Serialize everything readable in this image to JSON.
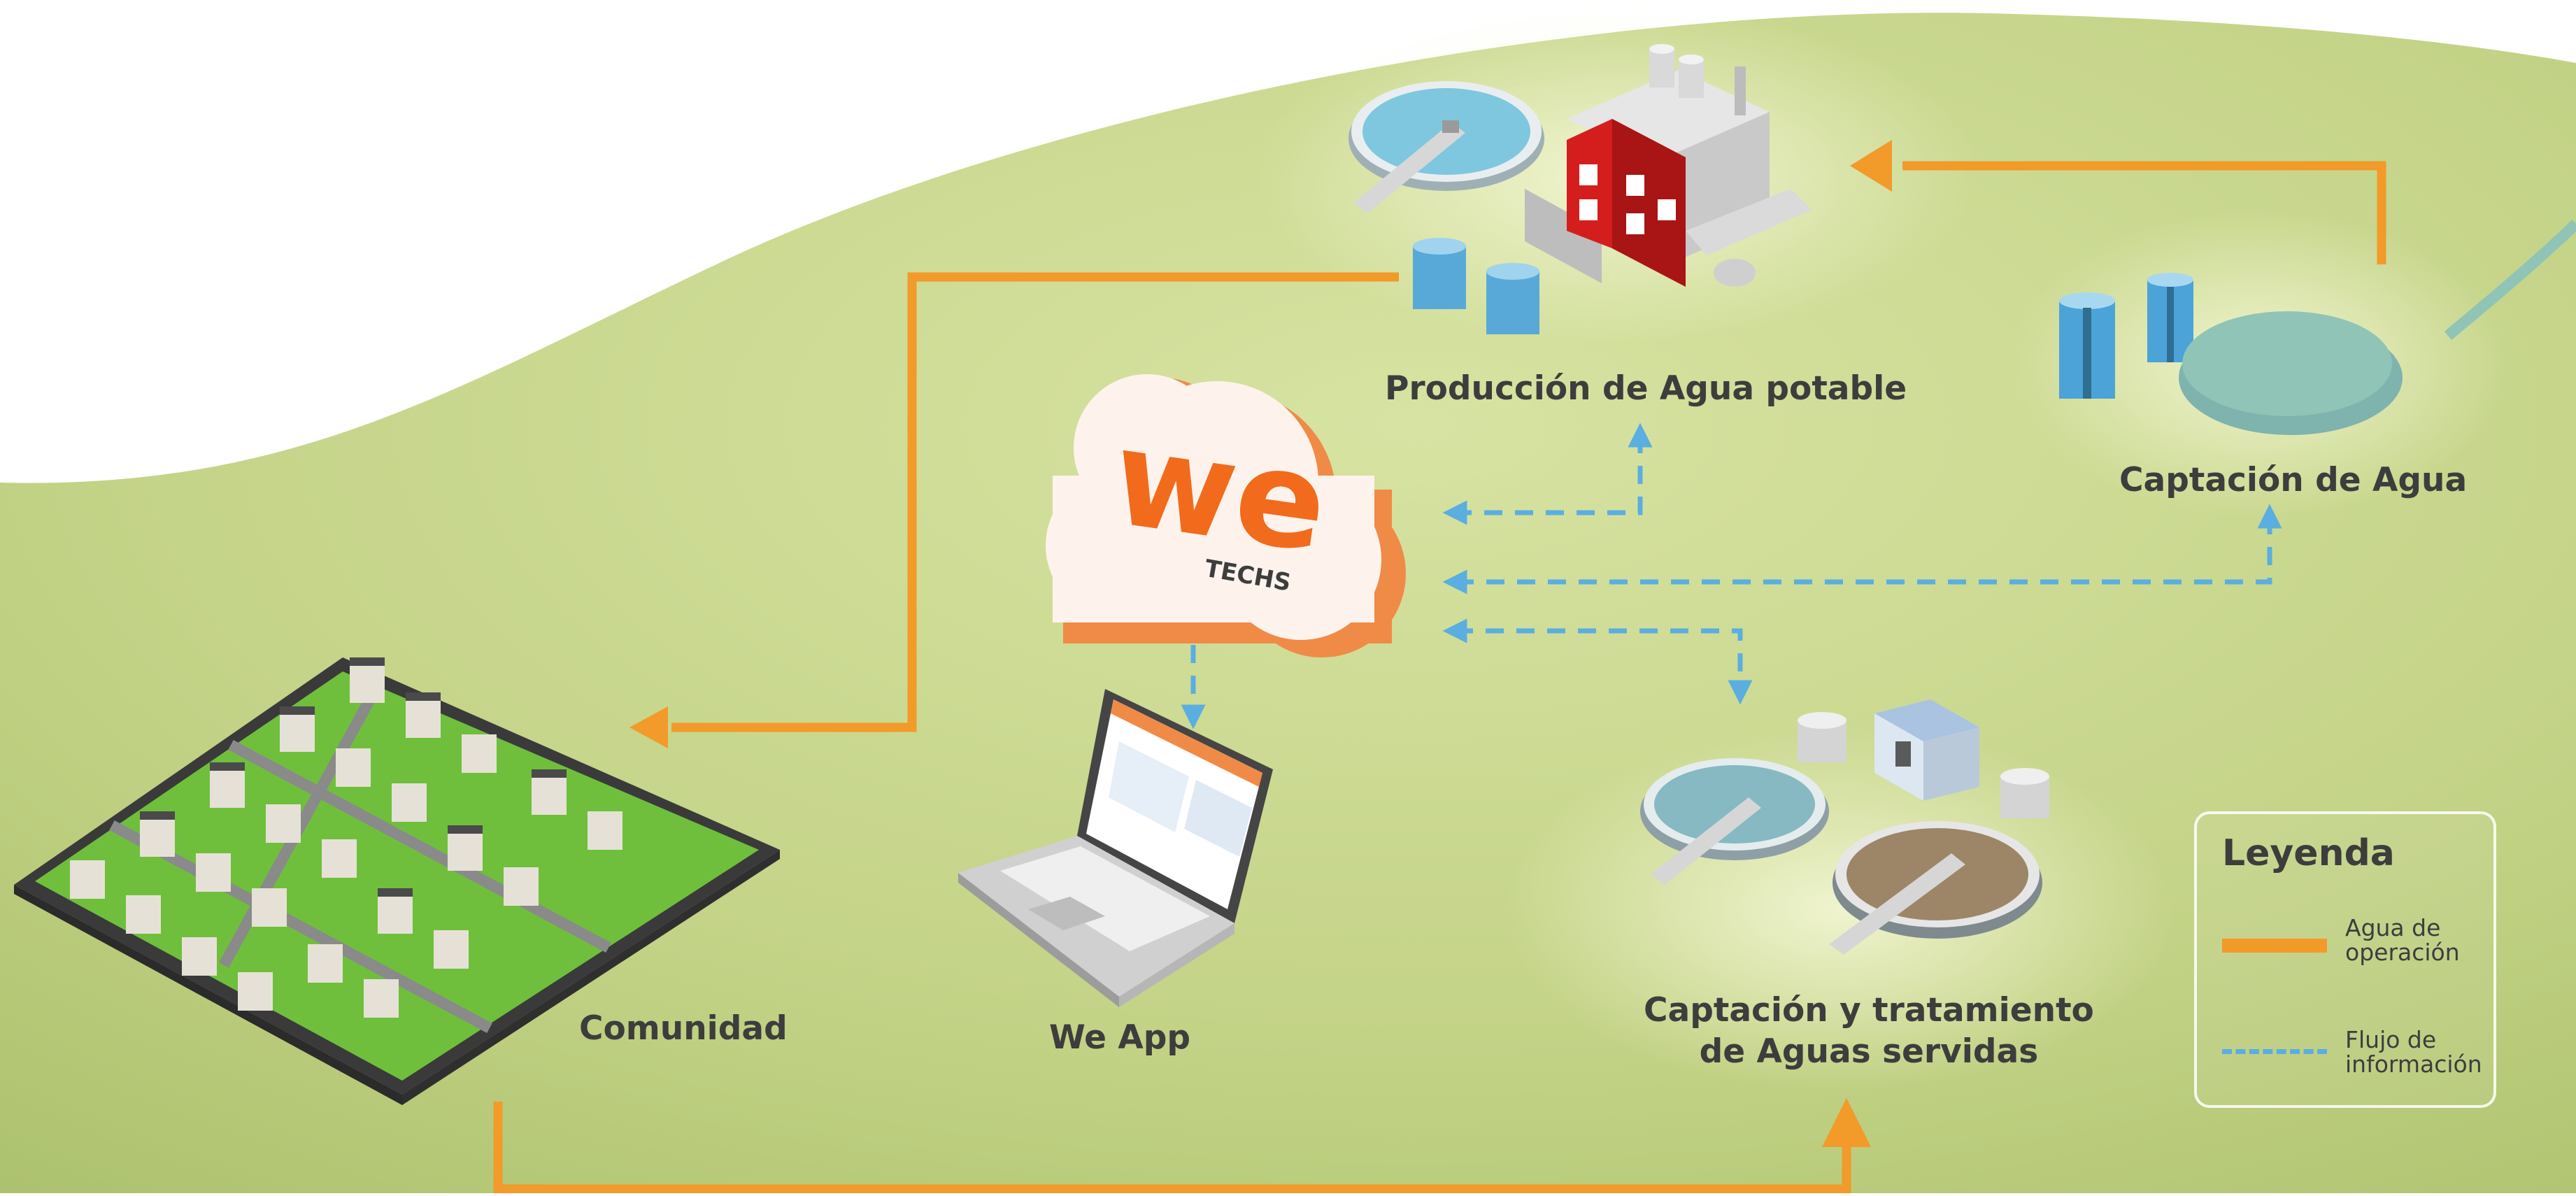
{
  "nodes": {
    "production": "Producción de Agua potable",
    "capture": "Captación de Agua",
    "community": "Comunidad",
    "app": "We App",
    "treatment_line1": "Captación y tratamiento",
    "treatment_line2": "de Aguas servidas"
  },
  "logo": {
    "main": "we",
    "sub": "TECHS"
  },
  "legend": {
    "title": "Leyenda",
    "operation_line1": "Agua de",
    "operation_line2": "operación",
    "info_line1": "Flujo de",
    "info_line2": "información"
  },
  "colors": {
    "background": "#bccd7e",
    "operation_water": "#f29a2a",
    "information_flow": "#5aaee0",
    "brand_orange": "#f26a1b",
    "factory_red": "#d41e1e"
  }
}
